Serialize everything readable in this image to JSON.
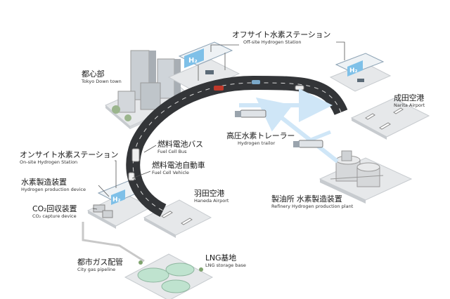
{
  "labels": {
    "offsite_station": {
      "jp": "オフサイト水素ステーション",
      "en": "Off-site Hydrogen Station"
    },
    "tokyo": {
      "jp": "都心部",
      "en": "Tokyo Down town"
    },
    "narita": {
      "jp": "成田空港",
      "en": "Narita Airport"
    },
    "trailer": {
      "jp": "高圧水素トレーラー",
      "en": "Hydrogen trailor"
    },
    "fc_bus": {
      "jp": "燃料電池バス",
      "en": "Fuel Cell Bus"
    },
    "onsite_station": {
      "jp": "オンサイト水素ステーション",
      "en": "On-site Hydrogen Station"
    },
    "fc_vehicle": {
      "jp": "燃料電池自動車",
      "en": "Fuel Cell Vehicle"
    },
    "production_device": {
      "jp": "水素製造装置",
      "en": "Hydrogen production device"
    },
    "haneda": {
      "jp": "羽田空港",
      "en": "Haneda Airport"
    },
    "refinery": {
      "jp": "製油所 水素製造装置",
      "en": "Refinery Hydrogen production plant"
    },
    "co2": {
      "jp": "CO₂回収装置",
      "en": "CO₂ capture device"
    },
    "gas_pipeline": {
      "jp": "都市ガス配管",
      "en": "City gas pipeline"
    },
    "lng": {
      "jp": "LNG基地",
      "en": "LNG storage base"
    }
  },
  "signs": {
    "h2": "H₂"
  },
  "colors": {
    "road": "#333538",
    "road_line": "#d9d9d9",
    "ground": "#e6e8ea",
    "ground_edge": "#c7cbcf",
    "hydrogen_blue": "#7ec0e8",
    "flow_arrow": "#cfe6f7",
    "building": "#b9bfc5",
    "tank": "#d6d8da",
    "lng_tank": "#bfe3cf",
    "text": "#1a1a1a"
  }
}
